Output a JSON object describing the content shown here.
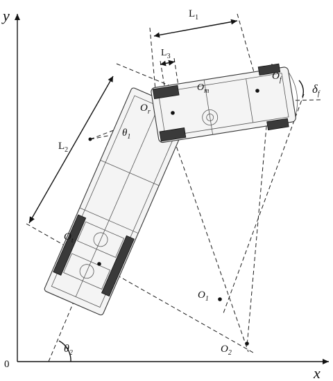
{
  "labels": {
    "y_axis": "y",
    "x_axis": "x",
    "origin": "0",
    "L1": "L",
    "L1_sub": "1",
    "L2": "L",
    "L2_sub": "2",
    "L3": "L",
    "L3_sub": "3",
    "Of": "O",
    "Of_sub": "f",
    "Om": "O",
    "Om_sub": "m",
    "Or": "O",
    "Or_sub": "r",
    "Ot": "O",
    "Ot_sub": "t",
    "O1": "O",
    "O1_sub": "1",
    "O2": "O",
    "O2_sub": "2",
    "theta1": "θ",
    "theta1_sub": "1",
    "theta2": "θ",
    "theta2_sub": "2",
    "delta_f": "δ",
    "delta_f_sub": "f"
  },
  "colors": {
    "line": "#111111",
    "vehicle_fill": "#f4f4f4",
    "wheel": "#3a3a3a"
  }
}
